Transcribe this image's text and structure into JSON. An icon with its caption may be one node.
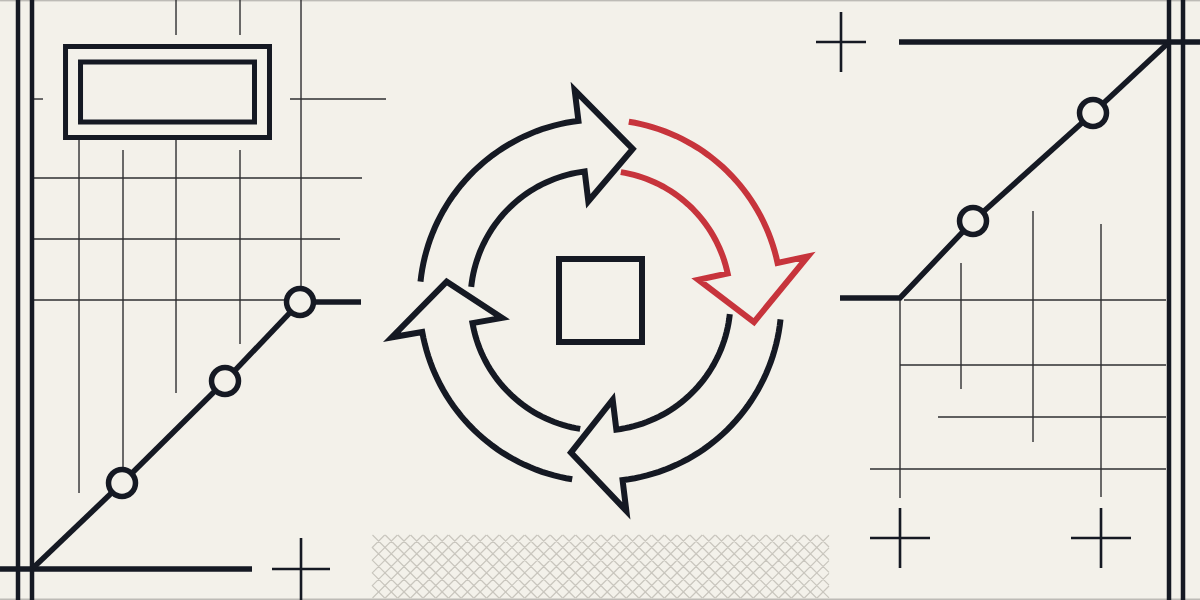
{
  "diagram": {
    "nodes": [
      {
        "text": [],
        "shape": "box"
      },
      {
        "text": [],
        "shape": "box",
        "in": 0
      },
      {
        "text": [],
        "shape": "box"
      },
      {
        "text": [],
        "shape": "circle"
      },
      {
        "text": [],
        "shape": "circle"
      },
      {
        "text": [],
        "shape": "circle"
      },
      {
        "text": [],
        "shape": "circle"
      },
      {
        "text": [],
        "shape": "circle"
      }
    ],
    "edges": [
      {
        "from": 3,
        "to": 4,
        "arrow": "none"
      },
      {
        "from": 4,
        "to": 5,
        "arrow": "none"
      },
      {
        "from": 6,
        "to": 7,
        "arrow": "none"
      },
      {
        "from": null,
        "to": 3,
        "arrow": "none"
      },
      {
        "from": 5,
        "to": null,
        "arrow": "none"
      },
      {
        "from": null,
        "to": 6,
        "arrow": "none"
      },
      {
        "from": 7,
        "to": null,
        "arrow": "none"
      }
    ]
  }
}
